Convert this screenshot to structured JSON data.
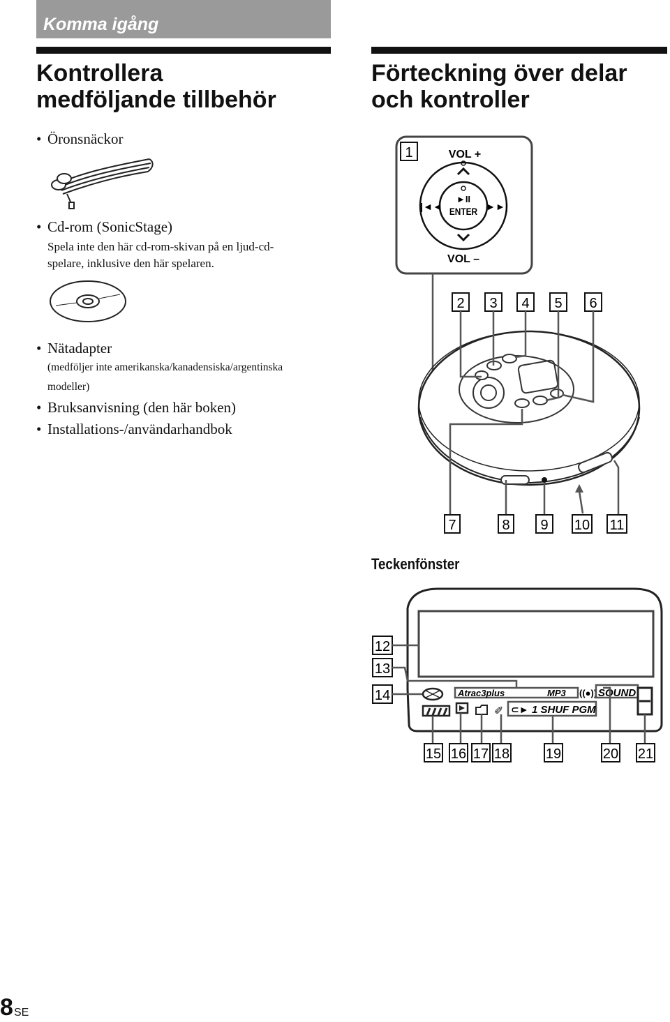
{
  "section_tab": "Komma igång",
  "left": {
    "heading_line1": "Kontrollera",
    "heading_line2": "medföljande tillbehör",
    "item1": "Öronsnäckor",
    "item2": "Cd-rom (SonicStage)",
    "item2_note1": "Spela inte den här cd-rom-skivan på en ljud-cd-",
    "item2_note2": "spelare, inklusive den här spelaren.",
    "item3": "Nätadapter",
    "item3_note1": "(medföljer inte amerikanska/kanadensiska/argentinska",
    "item3_note2": "modeller)",
    "item4": "Bruksanvisning (den här boken)",
    "item5": "Installations-/användarhandbok"
  },
  "right": {
    "heading_line1": "Förteckning över delar",
    "heading_line2": "och kontroller",
    "remote_labels": {
      "vol_plus": "VOL +",
      "vol_minus": "VOL –",
      "enter": "ENTER",
      "play_pause": "►II"
    },
    "callouts_top": [
      "1"
    ],
    "callouts_row1": [
      "2",
      "3",
      "4",
      "5",
      "6"
    ],
    "callouts_row2": [
      "7",
      "8",
      "9",
      "10",
      "11"
    ],
    "display_title": "Teckenfönster",
    "display_callouts_left": [
      "12",
      "13",
      "14"
    ],
    "display_callouts_bottom": [
      "15",
      "16",
      "17",
      "18",
      "19",
      "20",
      "21"
    ],
    "display_indicators": {
      "atrac": "Atrac3plus",
      "mp3": "MP3",
      "sound": "SOUND",
      "play_mode": "1 SHUF PGM"
    }
  },
  "footer": {
    "page_number": "8",
    "suffix": "SE"
  }
}
